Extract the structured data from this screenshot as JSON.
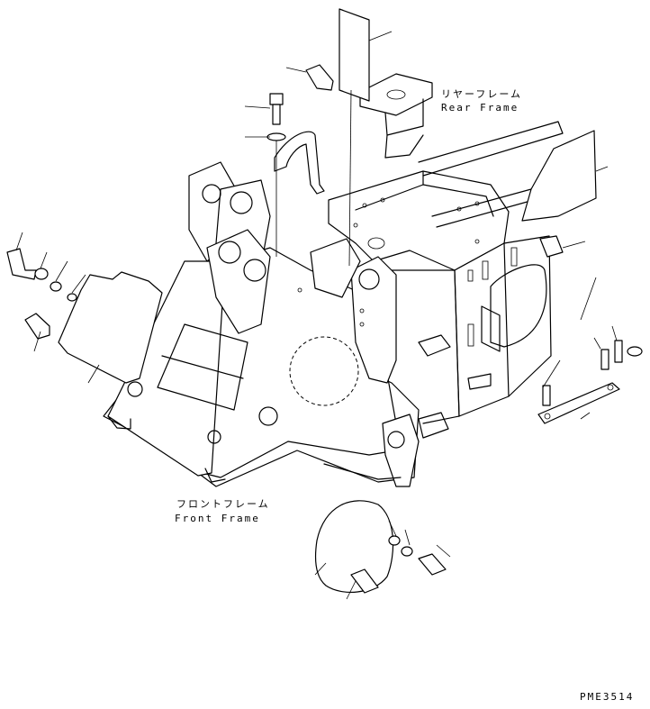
{
  "labels": {
    "rear_frame_jp": "リヤーフレーム",
    "rear_frame_en": "Rear Frame",
    "front_frame_jp": "フロントフレーム",
    "front_frame_en": "Front Frame",
    "drawing_code": "PME3514"
  }
}
